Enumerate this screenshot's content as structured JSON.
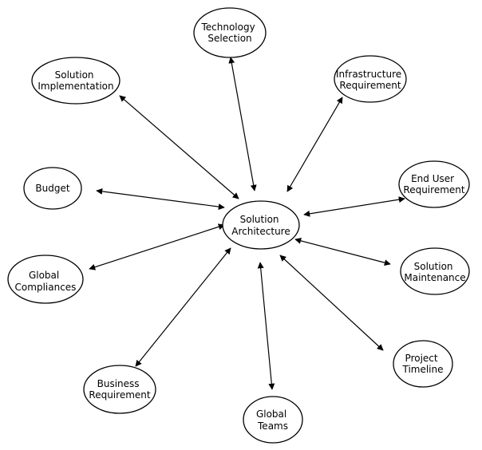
{
  "diagram": {
    "center": {
      "id": "solution-architecture",
      "lines": [
        "Solution",
        "Architecture"
      ]
    },
    "nodes": [
      {
        "id": "technology-selection",
        "lines": [
          "Technology",
          "Selection"
        ]
      },
      {
        "id": "solution-implementation",
        "lines": [
          "Solution",
          "Implementation"
        ]
      },
      {
        "id": "infrastructure-requirement",
        "lines": [
          "Infrastructure",
          "Requirement"
        ]
      },
      {
        "id": "budget",
        "lines": [
          "Budget"
        ]
      },
      {
        "id": "end-user-requirement",
        "lines": [
          "End User",
          "Requirement"
        ]
      },
      {
        "id": "global-compliances",
        "lines": [
          "Global",
          "Compliances"
        ]
      },
      {
        "id": "solution-maintenance",
        "lines": [
          "Solution",
          "Maintenance"
        ]
      },
      {
        "id": "business-requirement",
        "lines": [
          "Business",
          "Requirement"
        ]
      },
      {
        "id": "project-timeline",
        "lines": [
          "Project",
          "Timeline"
        ]
      },
      {
        "id": "global-teams",
        "lines": [
          "Global",
          "Teams"
        ]
      }
    ],
    "connections": [
      {
        "from": "solution-architecture",
        "to": "technology-selection",
        "direction": "both"
      },
      {
        "from": "solution-architecture",
        "to": "solution-implementation",
        "direction": "both"
      },
      {
        "from": "solution-architecture",
        "to": "infrastructure-requirement",
        "direction": "both"
      },
      {
        "from": "solution-architecture",
        "to": "budget",
        "direction": "both"
      },
      {
        "from": "solution-architecture",
        "to": "end-user-requirement",
        "direction": "both"
      },
      {
        "from": "solution-architecture",
        "to": "global-compliances",
        "direction": "both"
      },
      {
        "from": "solution-architecture",
        "to": "solution-maintenance",
        "direction": "both"
      },
      {
        "from": "solution-architecture",
        "to": "business-requirement",
        "direction": "both"
      },
      {
        "from": "solution-architecture",
        "to": "project-timeline",
        "direction": "both"
      },
      {
        "from": "solution-architecture",
        "to": "global-teams",
        "direction": "both"
      }
    ]
  }
}
